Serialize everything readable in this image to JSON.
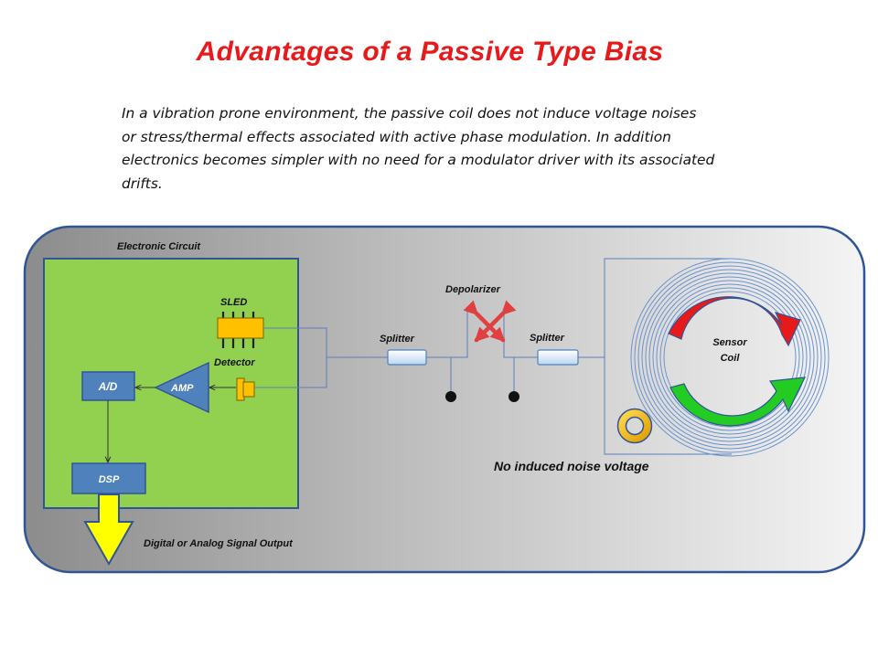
{
  "title": "Advantages of a Passive Type Bias",
  "description": {
    "lines": [
      "In a vibration prone environment, the  passive coil does not induce voltage noises",
      "or stress/thermal effects associated with active phase modulation. In addition",
      "electronics becomes simpler with no need for a modulator driver with its associated",
      "drifts."
    ]
  },
  "diagram": {
    "electronic_circuit_label": "Electronic Circuit",
    "sled_label": "SLED",
    "detector_label": "Detector",
    "amp_label": "AMP",
    "ad_label": "A/D",
    "dsp_label": "DSP",
    "output_label": "Digital or Analog Signal Output",
    "depolarizer_label": "Depolarizer",
    "splitter_left_label": "Splitter",
    "splitter_right_label": "Splitter",
    "sensor_coil_label_1": "Sensor",
    "sensor_coil_label_2": "Coil",
    "no_noise_label": "No induced noise voltage"
  },
  "colors": {
    "title": "#e8191a",
    "circuit_board": "#92d050",
    "block_blue": "#4f81bd",
    "output_arrow": "#ffff00",
    "sled_chip": "#ffc000",
    "depolarizer": "#e04040",
    "arrow_red": "#e8191a",
    "arrow_green": "#22cc22"
  }
}
